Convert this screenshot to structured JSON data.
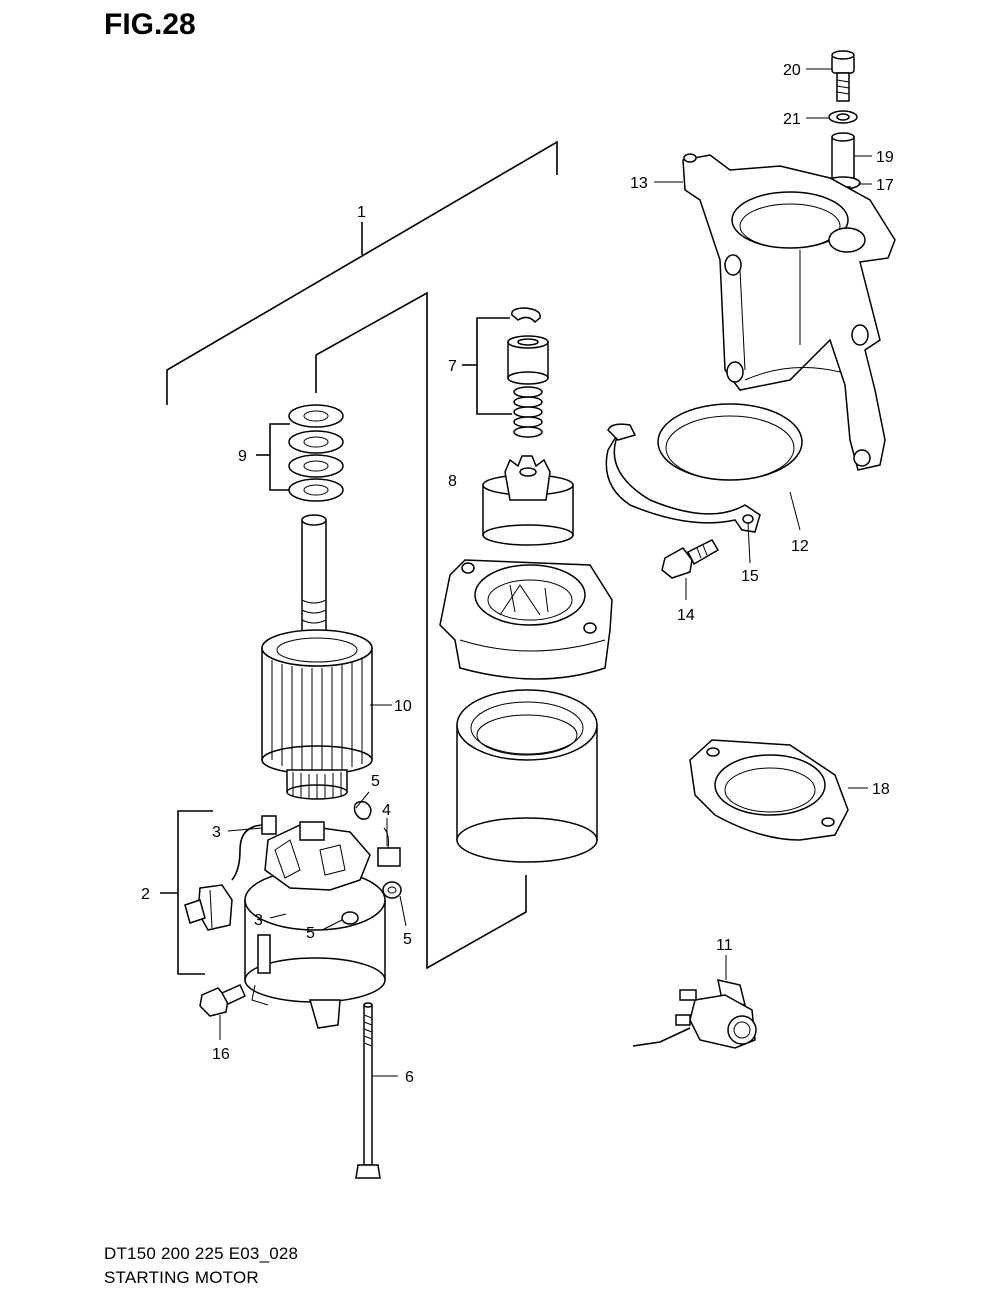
{
  "figure": {
    "title": "FIG.28",
    "code": "DT150 200 225 E03_028",
    "name": "STARTING MOTOR"
  },
  "callouts": [
    {
      "id": "c20",
      "label": "20"
    },
    {
      "id": "c21",
      "label": "21"
    },
    {
      "id": "c19",
      "label": "19"
    },
    {
      "id": "c17",
      "label": "17"
    },
    {
      "id": "c13",
      "label": "13"
    },
    {
      "id": "c1",
      "label": "1"
    },
    {
      "id": "c7",
      "label": "7"
    },
    {
      "id": "c9",
      "label": "9"
    },
    {
      "id": "c8",
      "label": "8"
    },
    {
      "id": "c12",
      "label": "12"
    },
    {
      "id": "c15",
      "label": "15"
    },
    {
      "id": "c14",
      "label": "14"
    },
    {
      "id": "c10",
      "label": "10"
    },
    {
      "id": "c18",
      "label": "18"
    },
    {
      "id": "c5a",
      "label": "5"
    },
    {
      "id": "c4",
      "label": "4"
    },
    {
      "id": "c3a",
      "label": "3"
    },
    {
      "id": "c2",
      "label": "2"
    },
    {
      "id": "c3b",
      "label": "3"
    },
    {
      "id": "c5b",
      "label": "5"
    },
    {
      "id": "c5c",
      "label": "5"
    },
    {
      "id": "c11",
      "label": "11"
    },
    {
      "id": "c16",
      "label": "16"
    },
    {
      "id": "c6",
      "label": "6"
    }
  ]
}
